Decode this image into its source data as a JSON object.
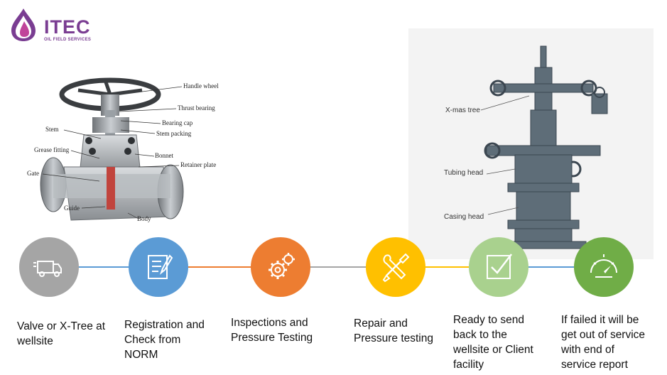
{
  "logo": {
    "title": "ITEC",
    "subtitle": "OIL FIELD SERVICES",
    "color": "#7a3d92"
  },
  "valve_diagram": {
    "labels": {
      "handle_wheel": "Handle wheel",
      "thrust_bearing": "Thrust bearing",
      "bearing_cap": "Bearing cap",
      "stem_packing": "Stem packing",
      "stem": "Stem",
      "grease_fitting": "Grease fitting",
      "bonnet": "Bonnet",
      "retainer_plate": "Retainer plate",
      "gate": "Gate",
      "guide": "Guide",
      "body": "Body"
    }
  },
  "tree_diagram": {
    "labels": {
      "xmas_tree": "X-mas tree",
      "tubing_head": "Tubing head",
      "casing_head": "Casing head"
    }
  },
  "steps": [
    {
      "icon": "truck-icon",
      "color": "#a5a5a5",
      "text": "Valve or X-Tree at\nwellsite"
    },
    {
      "icon": "checklist-icon",
      "color": "#5b9bd5",
      "text": "Registration and\nCheck from\nNORM"
    },
    {
      "icon": "gears-icon",
      "color": "#ed7d31",
      "text": "Inspections and\nPressure Testing"
    },
    {
      "icon": "wrench-screwdriver-icon",
      "color": "#ffc000",
      "text": "Repair and\nPressure testing"
    },
    {
      "icon": "checkbox-icon",
      "color": "#a9d18e",
      "text": "Ready to send\nback to the\nwellsite or Client\nfacility"
    },
    {
      "icon": "gauge-icon",
      "color": "#70ad47",
      "text": "If failed it will be\nget out of service\nwith end of\nservice report"
    }
  ],
  "connector_colors": [
    "#5b9bd5",
    "#ed7d31",
    "#a5a5a5",
    "#ffc000",
    "#5b9bd5"
  ]
}
